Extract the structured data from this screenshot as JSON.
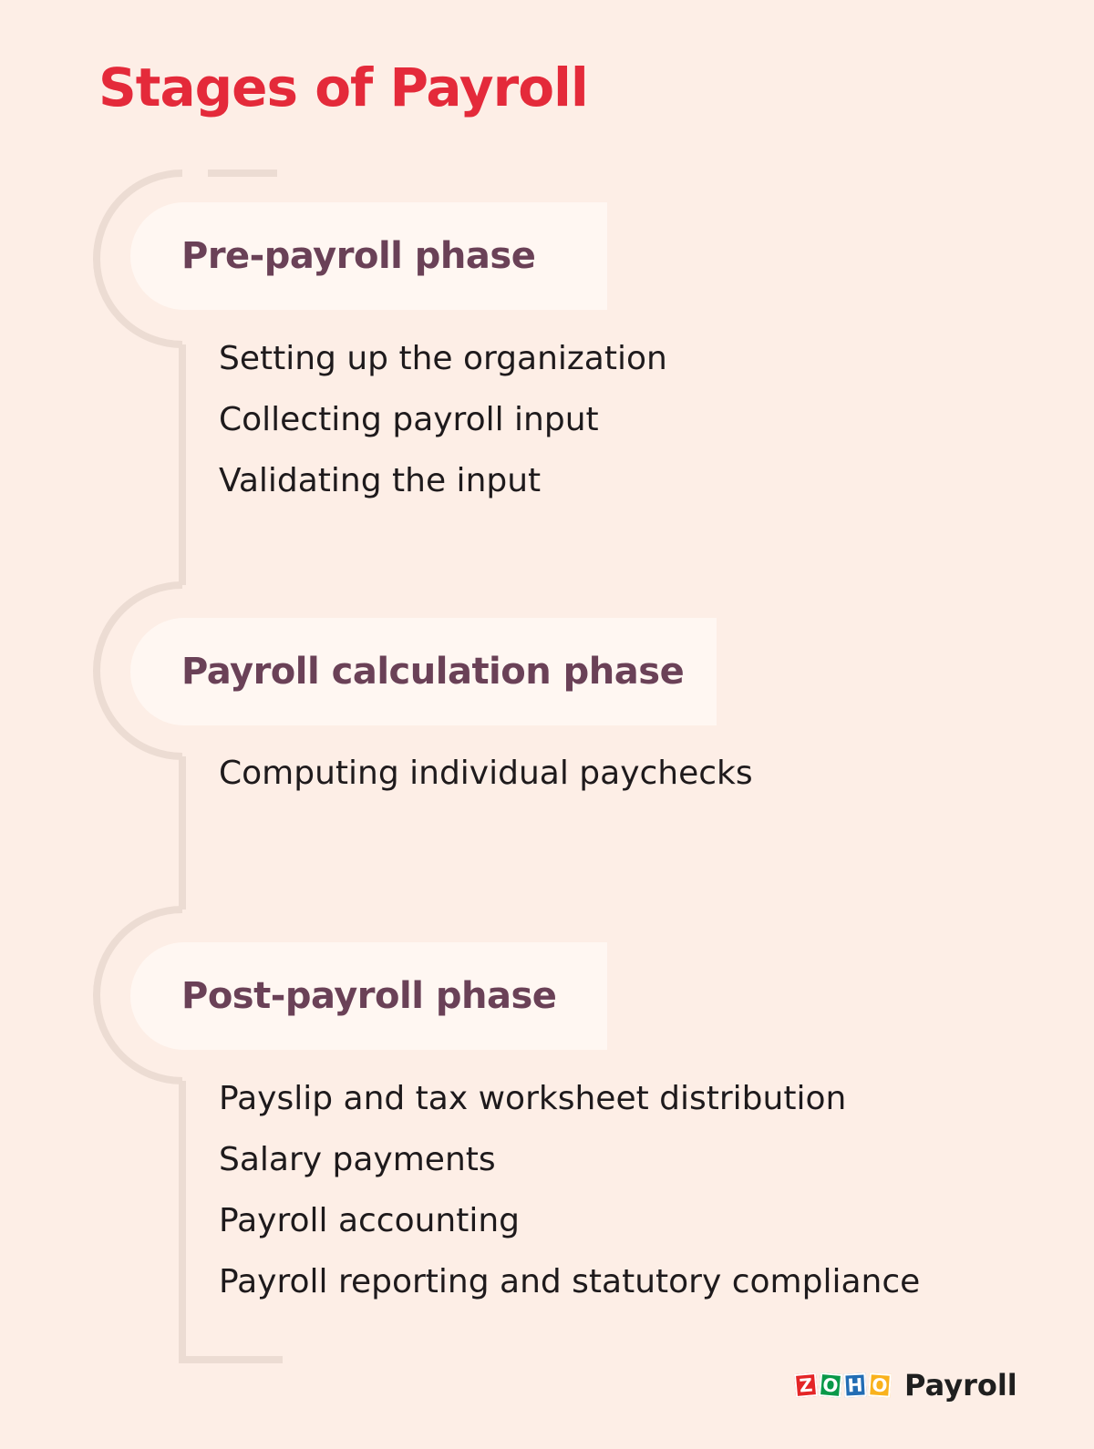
{
  "title": "Stages of Payroll",
  "phases": [
    {
      "name": "Pre-payroll phase",
      "steps": [
        "Setting up the organization",
        "Collecting payroll input",
        "Validating the input"
      ]
    },
    {
      "name": "Payroll calculation phase",
      "steps": [
        "Computing individual paychecks"
      ]
    },
    {
      "name": "Post-payroll phase",
      "steps": [
        "Payslip and tax worksheet distribution",
        "Salary payments",
        "Payroll accounting",
        "Payroll reporting and statutory compliance"
      ]
    }
  ],
  "brand": {
    "logo_letters": [
      "Z",
      "O",
      "H",
      "O"
    ],
    "product": "Payroll"
  },
  "colors": {
    "background": "#fdeee6",
    "title": "#e42a3a",
    "phase_text": "#6a4157",
    "phase_box": "#fff7f2",
    "connector": "#ecdcd3",
    "body_text": "#1e1a1c"
  }
}
